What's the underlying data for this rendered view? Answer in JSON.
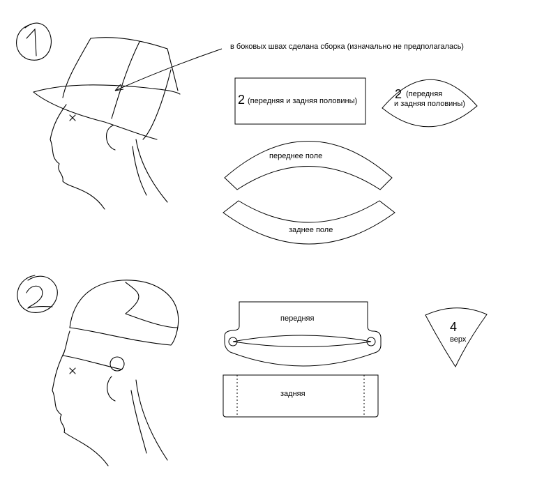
{
  "step1": {
    "marker": "1",
    "annotation": "в боковых швах сделана сборка (изначально не предполагалась)",
    "crown_side_count": "2",
    "crown_side_label": "(передняя и задняя половины)",
    "crown_top_count": "2",
    "crown_top_label_line1": "(передняя",
    "crown_top_label_line2": "и задняя половины)",
    "front_brim_label": "переднее поле",
    "back_brim_label": "заднее поле"
  },
  "step2": {
    "marker": "2",
    "front_label": "передняя",
    "back_label": "задняя",
    "top_count": "4",
    "top_label": "верх"
  }
}
